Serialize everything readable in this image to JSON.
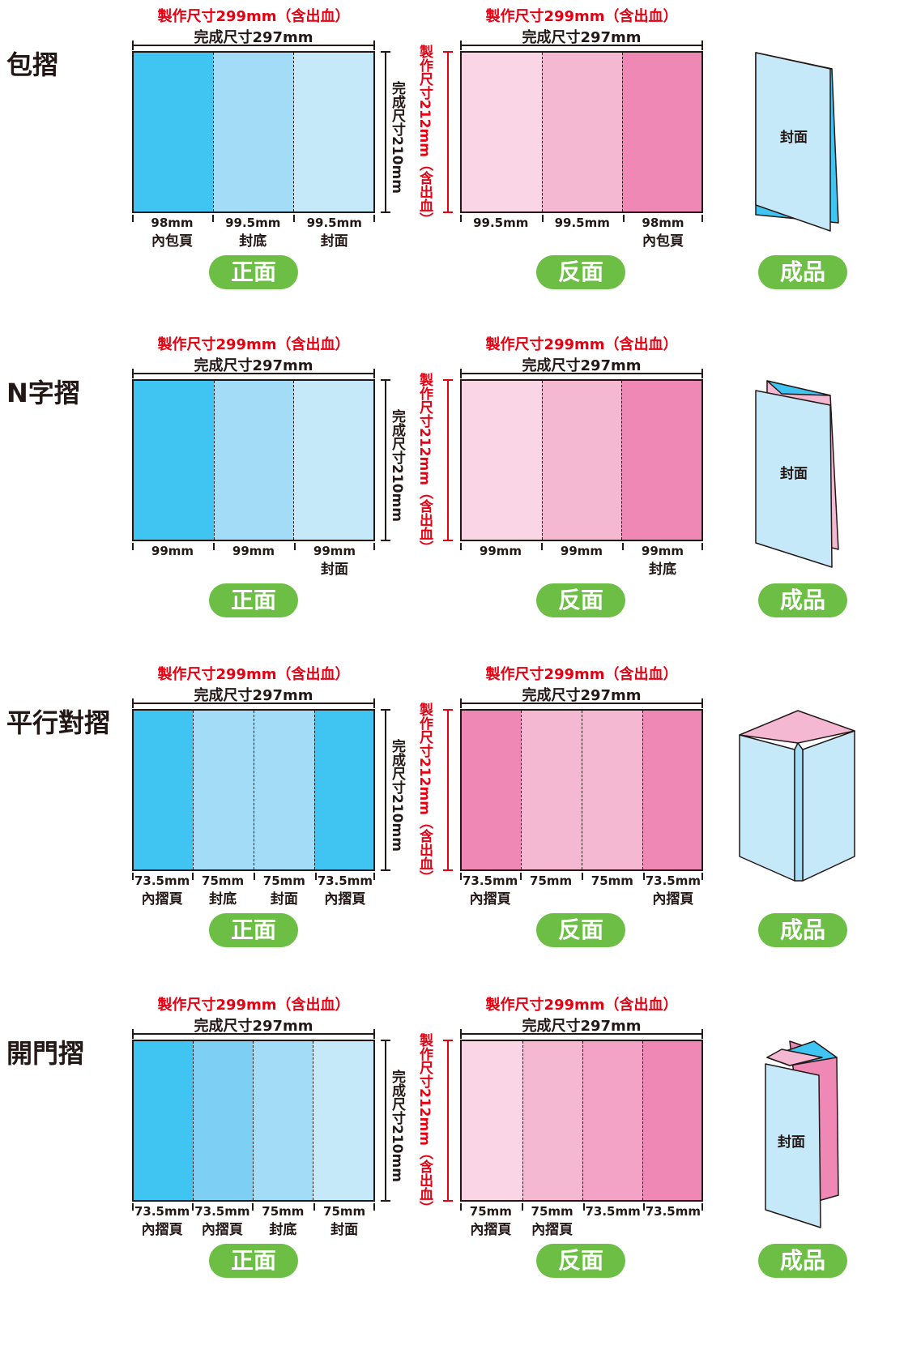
{
  "colors": {
    "blue_dark": "#40c4f2",
    "blue_mid": "#7dd0f4",
    "blue_light": "#a3dcf7",
    "blue_pale": "#c6e9f9",
    "pink_pale": "#f9d5e5",
    "pink_light": "#f5b8d3",
    "pink_mid": "#f3a3c6",
    "pink_dark": "#f088b6",
    "accent_green": "#6cbe45",
    "accent_red": "#e60012",
    "stroke": "#231815"
  },
  "labels": {
    "prod_w": "製作尺寸299mm（含出血）",
    "fin_w": "完成尺寸297mm",
    "fin_h": "完成尺寸210mm",
    "prod_h": "製作尺寸212mm（含出血）",
    "front": "正面",
    "back": "反面",
    "result": "成品",
    "cover": "封面"
  },
  "sections": [
    {
      "title": "包摺",
      "front": {
        "segments": [
          {
            "w": 98,
            "color": "#40c4f2"
          },
          {
            "w": 99.5,
            "color": "#a3dcf7"
          },
          {
            "w": 99.5,
            "color": "#c6e9f9"
          }
        ],
        "mm": [
          "98mm",
          "99.5mm",
          "99.5mm"
        ],
        "names": [
          "內包頁",
          "封底",
          "封面"
        ]
      },
      "back": {
        "segments": [
          {
            "w": 99.5,
            "color": "#f9d5e5"
          },
          {
            "w": 99.5,
            "color": "#f5b8d3"
          },
          {
            "w": 98,
            "color": "#f088b6"
          }
        ],
        "mm": [
          "99.5mm",
          "99.5mm",
          "98mm"
        ],
        "names": [
          "",
          "",
          "內包頁"
        ]
      }
    },
    {
      "title": "N字摺",
      "front": {
        "segments": [
          {
            "w": 99,
            "color": "#40c4f2"
          },
          {
            "w": 99,
            "color": "#a3dcf7"
          },
          {
            "w": 99,
            "color": "#c6e9f9"
          }
        ],
        "mm": [
          "99mm",
          "99mm",
          "99mm"
        ],
        "names": [
          "",
          "",
          "封面"
        ]
      },
      "back": {
        "segments": [
          {
            "w": 99,
            "color": "#f9d5e5"
          },
          {
            "w": 99,
            "color": "#f5b8d3"
          },
          {
            "w": 99,
            "color": "#f088b6"
          }
        ],
        "mm": [
          "99mm",
          "99mm",
          "99mm"
        ],
        "names": [
          "",
          "",
          "封底"
        ]
      }
    },
    {
      "title": "平行對摺",
      "front": {
        "segments": [
          {
            "w": 73.5,
            "color": "#40c4f2"
          },
          {
            "w": 75,
            "color": "#a3dcf7"
          },
          {
            "w": 75,
            "color": "#a3dcf7"
          },
          {
            "w": 73.5,
            "color": "#40c4f2"
          }
        ],
        "mm": [
          "73.5mm",
          "75mm",
          "75mm",
          "73.5mm"
        ],
        "names": [
          "內摺頁",
          "封底",
          "封面",
          "內摺頁"
        ]
      },
      "back": {
        "segments": [
          {
            "w": 73.5,
            "color": "#f088b6"
          },
          {
            "w": 75,
            "color": "#f5b8d3"
          },
          {
            "w": 75,
            "color": "#f5b8d3"
          },
          {
            "w": 73.5,
            "color": "#f088b6"
          }
        ],
        "mm": [
          "73.5mm",
          "75mm",
          "75mm",
          "73.5mm"
        ],
        "names": [
          "內摺頁",
          "",
          "",
          "內摺頁"
        ]
      }
    },
    {
      "title": "開門摺",
      "front": {
        "segments": [
          {
            "w": 73.5,
            "color": "#40c4f2"
          },
          {
            "w": 73.5,
            "color": "#7dd0f4"
          },
          {
            "w": 75,
            "color": "#a3dcf7"
          },
          {
            "w": 75,
            "color": "#c6e9f9"
          }
        ],
        "mm": [
          "73.5mm",
          "73.5mm",
          "75mm",
          "75mm"
        ],
        "names": [
          "內摺頁",
          "內摺頁",
          "封底",
          "封面"
        ]
      },
      "back": {
        "segments": [
          {
            "w": 75,
            "color": "#f9d5e5"
          },
          {
            "w": 75,
            "color": "#f5b8d3"
          },
          {
            "w": 73.5,
            "color": "#f3a3c6"
          },
          {
            "w": 73.5,
            "color": "#f088b6"
          }
        ],
        "mm": [
          "75mm",
          "75mm",
          "73.5mm",
          "73.5mm"
        ],
        "names": [
          "內摺頁",
          "內摺頁",
          "",
          ""
        ]
      }
    }
  ]
}
